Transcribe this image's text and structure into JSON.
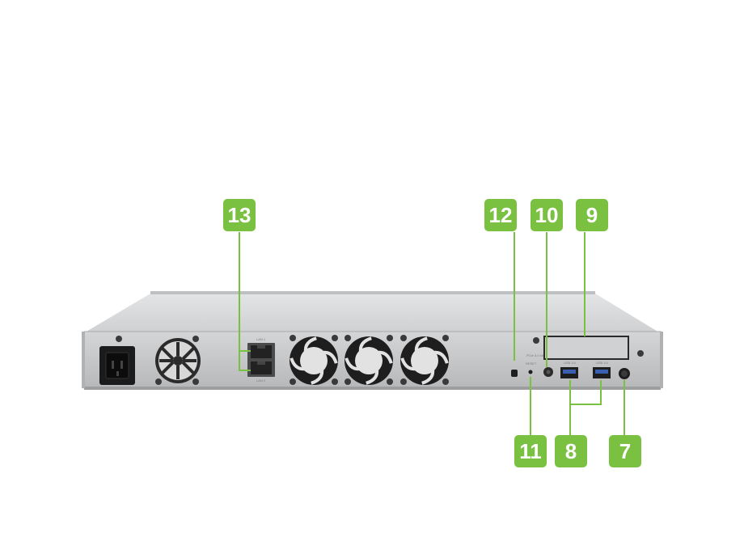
{
  "colors": {
    "callout": "#7ac142",
    "chassis_top": "#d7d8d9",
    "chassis_face": "#c9cacc",
    "dark": "#2a2a2a"
  },
  "callouts": [
    {
      "id": "13",
      "label": "13"
    },
    {
      "id": "12",
      "label": "12"
    },
    {
      "id": "10",
      "label": "10"
    },
    {
      "id": "9",
      "label": "9"
    },
    {
      "id": "11",
      "label": "11"
    },
    {
      "id": "8",
      "label": "8"
    },
    {
      "id": "7",
      "label": "7"
    }
  ]
}
